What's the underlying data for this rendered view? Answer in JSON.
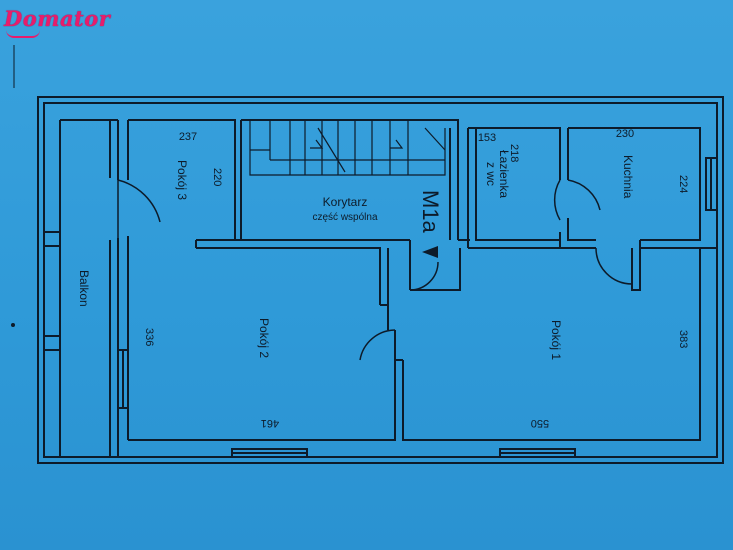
{
  "logo": {
    "text": "Domator",
    "color": "#e81c6b"
  },
  "colors": {
    "paper": "#2f9ad8",
    "ink": "#0d1b2a"
  },
  "rooms": {
    "balkon": "Balkon",
    "pokoj3": "Pokój 3",
    "pokoj3_width": "237",
    "pokoj3_depth": "220",
    "korytarz": "Korytarz",
    "korytarz_sub": "część wspólna",
    "unit": "M1a",
    "lazienka": "Łazienka",
    "lazienka_sub": "z wc",
    "lazienka_width": "153",
    "lazienka_depth": "218",
    "kuchnia": "Kuchnia",
    "kuchnia_width": "230",
    "kuchnia_depth": "224",
    "pokoj2": "Pokój 2",
    "pokoj2_depth": "336",
    "pokoj2_width": "461",
    "pokoj1": "Pokój 1",
    "pokoj1_depth": "383",
    "pokoj1_width": "550"
  }
}
